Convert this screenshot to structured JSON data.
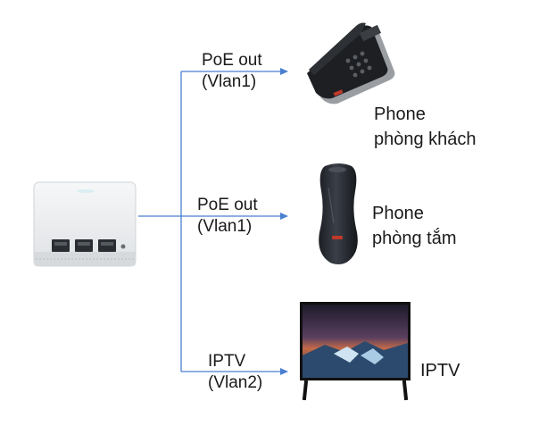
{
  "diagram": {
    "line_color": "#4a7fd0",
    "links": [
      {
        "label_line1": "PoE out",
        "label_line2": "(Vlan1)"
      },
      {
        "label_line1": "PoE out",
        "label_line2": "(Vlan1)"
      },
      {
        "label_line1": "IPTV",
        "label_line2": "(Vlan2)"
      }
    ],
    "devices": [
      {
        "icon": "desk-phone-icon",
        "label_line1": "Phone",
        "label_line2": "phòng khách"
      },
      {
        "icon": "bathroom-phone-icon",
        "label_line1": "Phone",
        "label_line2": "phòng tắm"
      },
      {
        "icon": "television-icon",
        "label_line1": "IPTV"
      }
    ],
    "source": {
      "icon": "wall-access-point-icon"
    }
  }
}
